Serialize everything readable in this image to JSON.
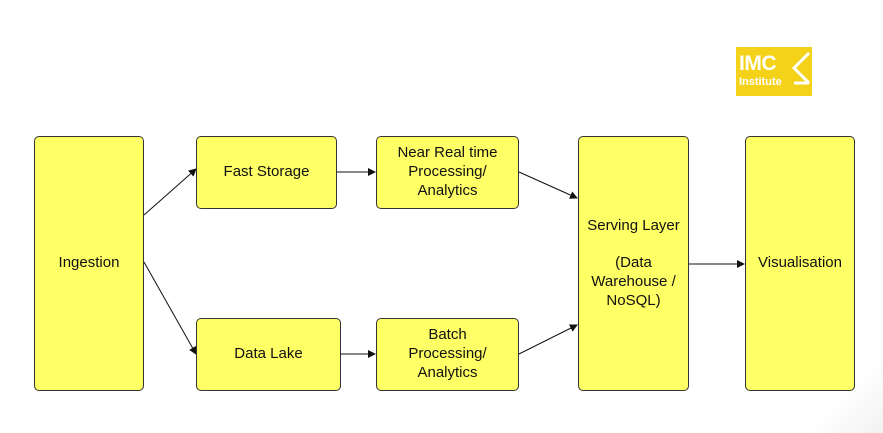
{
  "diagram": {
    "nodes": {
      "ingestion": "Ingestion",
      "fast_storage": "Fast Storage",
      "near_real_time": "Near Real time\nProcessing/\nAnalytics",
      "data_lake": "Data Lake",
      "batch": "Batch\nProcessing/\nAnalytics",
      "serving_layer": "Serving Layer\n\n(Data\nWarehouse /\nNoSQL)",
      "visualisation": "Visualisation"
    }
  },
  "logo": {
    "main": "IMC",
    "sub": "Institute"
  },
  "colors": {
    "box_fill": "#ffff66",
    "box_border": "#333333",
    "logo_fill": "#f5d21a"
  }
}
